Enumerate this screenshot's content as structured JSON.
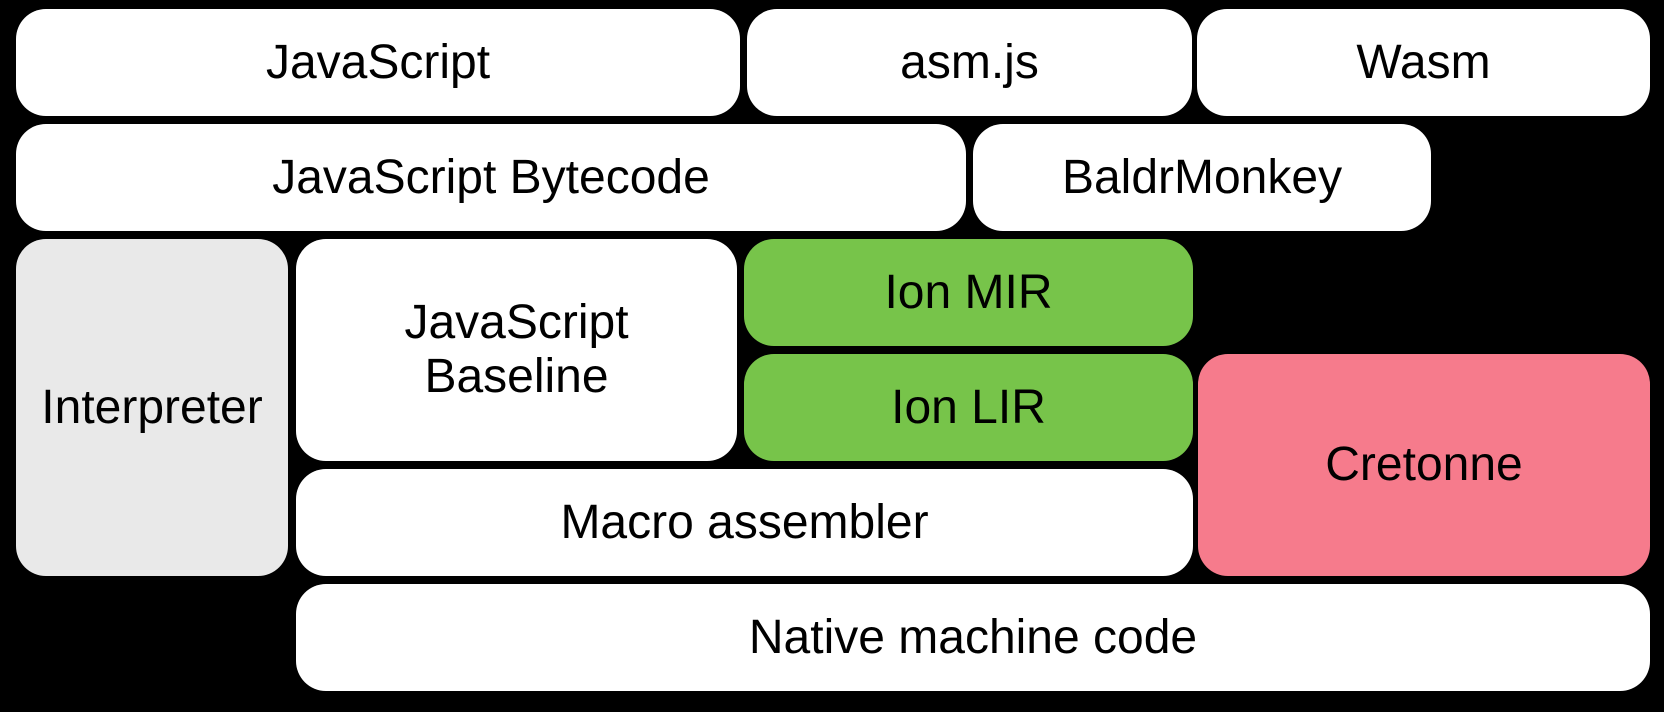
{
  "diagram": {
    "title": "Compiler pipeline diagram",
    "background": "#000000"
  },
  "colors": {
    "page_bg": "#000000",
    "box_white": "#ffffff",
    "box_gray": "#e9e9e9",
    "box_green": "#77c44a",
    "box_pink": "#f67b8c",
    "text": "#000000"
  },
  "boxes": [
    {
      "id": "javascript",
      "label": "JavaScript",
      "color": "white",
      "row": 1
    },
    {
      "id": "asmjs",
      "label": "asm.js",
      "color": "white",
      "row": 1
    },
    {
      "id": "wasm",
      "label": "Wasm",
      "color": "white",
      "row": 1
    },
    {
      "id": "javascript-bytecode",
      "label": "JavaScript Bytecode",
      "color": "white",
      "row": 2
    },
    {
      "id": "baldrmonkey",
      "label": "BaldrMonkey",
      "color": "white",
      "row": 2
    },
    {
      "id": "interpreter",
      "label": "Interpreter",
      "color": "gray",
      "row": "3-5"
    },
    {
      "id": "javascript-baseline",
      "label": "JavaScript\nBaseline",
      "color": "white",
      "row": "3-4"
    },
    {
      "id": "ion-mir",
      "label": "Ion MIR",
      "color": "green",
      "row": 3
    },
    {
      "id": "ion-lir",
      "label": "Ion LIR",
      "color": "green",
      "row": 4
    },
    {
      "id": "cretonne",
      "label": "Cretonne",
      "color": "pink",
      "row": "4-5"
    },
    {
      "id": "macro-assembler",
      "label": "Macro assembler",
      "color": "white",
      "row": 5
    },
    {
      "id": "native-machine-code",
      "label": "Native machine code",
      "color": "white",
      "row": 6
    }
  ]
}
